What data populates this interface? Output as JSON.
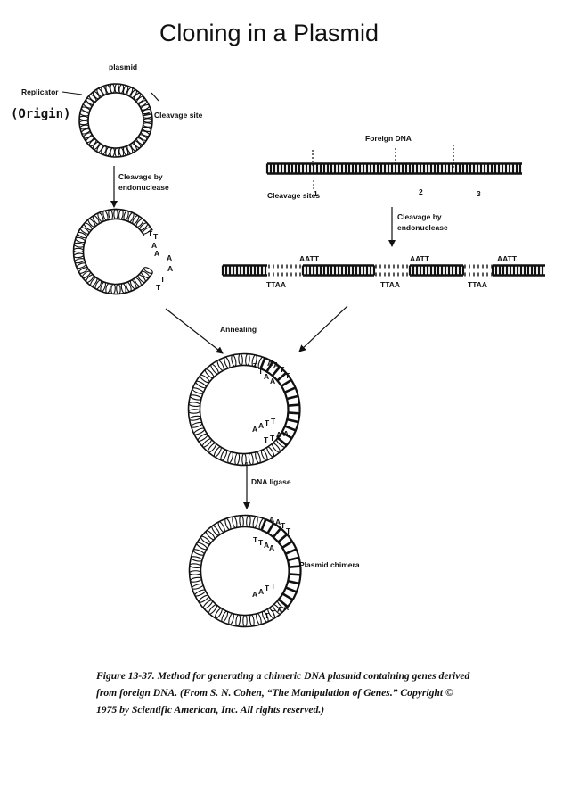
{
  "title": "Cloning in a Plasmid",
  "labels": {
    "plasmid": "plasmid",
    "replicator": "Replicator",
    "origin_handwritten": "(Origin)",
    "cleavage_site": "Cleavage site",
    "cleavage_by_1": "Cleavage by",
    "endonuclease_1": "endonuclease",
    "foreign_dna": "Foreign DNA",
    "cleavage_sites": "Cleavage sites",
    "site_1": "1",
    "site_2": "2",
    "site_3": "3",
    "cleavage_by_2": "Cleavage by",
    "endonuclease_2": "endonuclease",
    "annealing": "Annealing",
    "dna_ligase": "DNA ligase",
    "plasmid_chimera": "Plasmid chimera"
  },
  "sticky_ends": {
    "aatt": "AATT",
    "ttaa": "TTAA",
    "t": "T",
    "a": "A"
  },
  "caption": {
    "line1": "Figure 13-37.   Method for generating a chimeric DNA plasmid containing genes derived",
    "line2": "from foreign DNA. (From S. N. Cohen, “The Manipulation of Genes.” Copyright ©",
    "line3": "1975 by Scientific American, Inc. All rights reserved.)"
  }
}
